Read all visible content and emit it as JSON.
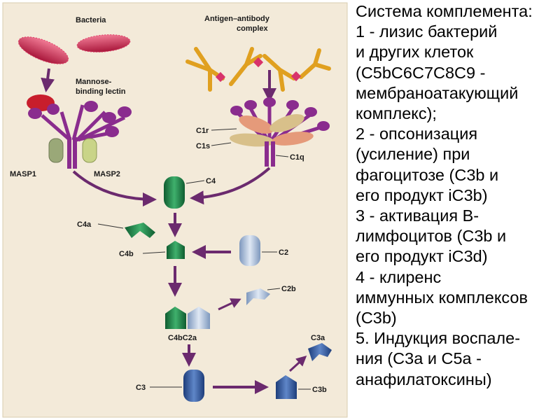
{
  "diagram": {
    "labels": {
      "bacteria": "Bacteria",
      "antigen_line1": "Antigen–antibody",
      "antigen_line2": "complex",
      "mannose_line1": "Mannose-",
      "mannose_line2": "binding lectin",
      "masp1": "MASP1",
      "masp2": "MASP2",
      "c1r": "C1r",
      "c1s": "C1s",
      "c1q": "C1q",
      "c4": "C4",
      "c4a": "C4a",
      "c4b": "C4b",
      "c2": "C2",
      "c2b": "C2b",
      "c4bc2a": "C4bC2a",
      "c3": "C3",
      "c3a": "C3a",
      "c3b": "C3b"
    },
    "colors": {
      "panel_bg": "#f3ead9",
      "bacteria": "#c8284a",
      "lectin": "#8a2c8e",
      "arrow": "#6b2a6e",
      "green": "#1f8a4a",
      "blue": "#3a62a8",
      "light_blue": "#9fb7d6",
      "tan": "#d8c08a",
      "salmon": "#e59a7a"
    }
  },
  "text": {
    "lines": [
      "Система комплемента:",
      "1 - лизис бактерий",
      "и других клеток",
      "(C5bC6C7C8C9 -",
      "мембраноатакующий",
      "комплекс);",
      "2 - опсонизация",
      "(усиление) при",
      "фагоцитозе (C3b и",
      "его продукт iC3b)",
      "3 - активация В-",
      "лимфоцитов (C3b и",
      "его продукт iC3d)",
      "4 - клиренс",
      "иммунных комплексов",
      "(C3b)",
      "5. Индукция воспале-",
      "ния (C3a и C5a -",
      "анафилатоксины)"
    ]
  }
}
